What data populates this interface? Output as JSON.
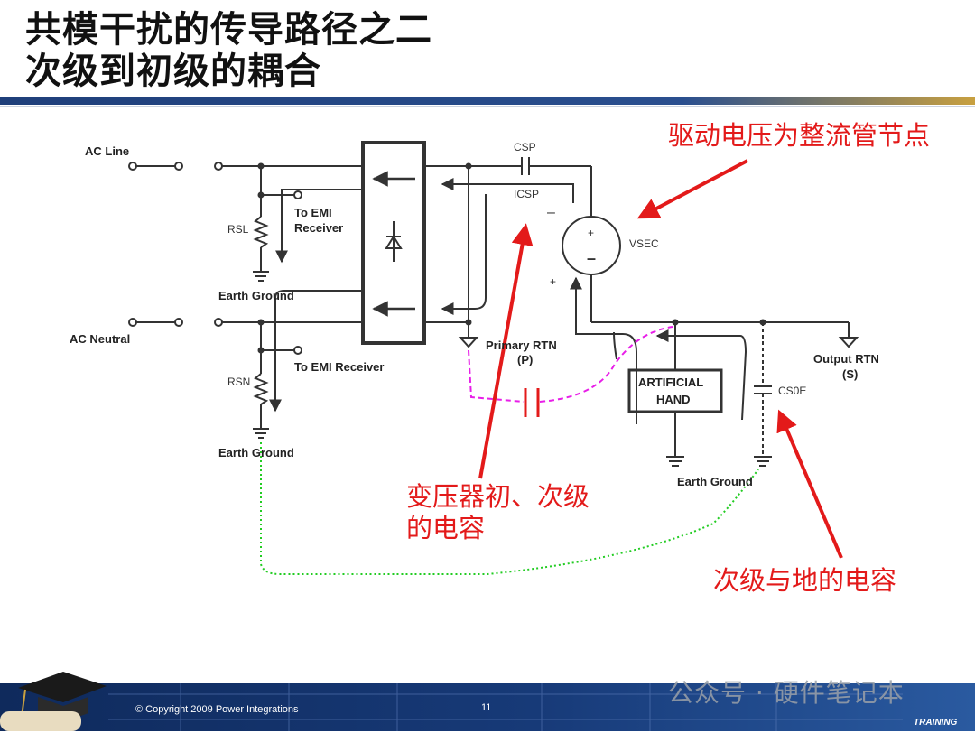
{
  "title": {
    "line1": "共模干扰的传导路径之二",
    "line2": "次级到初级的耦合"
  },
  "annotations": {
    "drive_voltage": "驱动电压为整流管节点",
    "transformer_cap_line1": "变压器初、次级",
    "transformer_cap_line2": "的电容",
    "secondary_ground_cap": "次级与地的电容"
  },
  "diagram": {
    "ac_line": "AC Line",
    "ac_neutral": "AC Neutral",
    "rsl": "RSL",
    "rsn": "RSN",
    "to_emi_receiver_top_1": "To EMI",
    "to_emi_receiver_top_2": "Receiver",
    "to_emi_receiver_bottom": "To EMI Receiver",
    "earth_ground_top": "Earth Ground",
    "earth_ground_mid": "Earth Ground",
    "earth_ground_right": "Earth Ground",
    "csp": "CSP",
    "icsp": "ICSP",
    "vsec": "VSEC",
    "primary_rtn_1": "Primary RTN",
    "primary_rtn_2": "(P)",
    "output_rtn_1": "Output RTN",
    "output_rtn_2": "(S)",
    "artificial_hand_1": "ARTIFICIAL",
    "artificial_hand_2": "HAND",
    "cs0e": "CS0E",
    "plus": "+",
    "minus": "–"
  },
  "footer": {
    "copyright": "© Copyright 2009 Power Integrations",
    "page_number": "11",
    "watermark": "公众号 · 硬件笔记本",
    "training": "TRAINING"
  },
  "colors": {
    "annotation": "#e31a1a",
    "magenta_path": "#e81ee8",
    "green_path": "#22cc22",
    "circuit": "#333333",
    "footer": "#173a78"
  }
}
